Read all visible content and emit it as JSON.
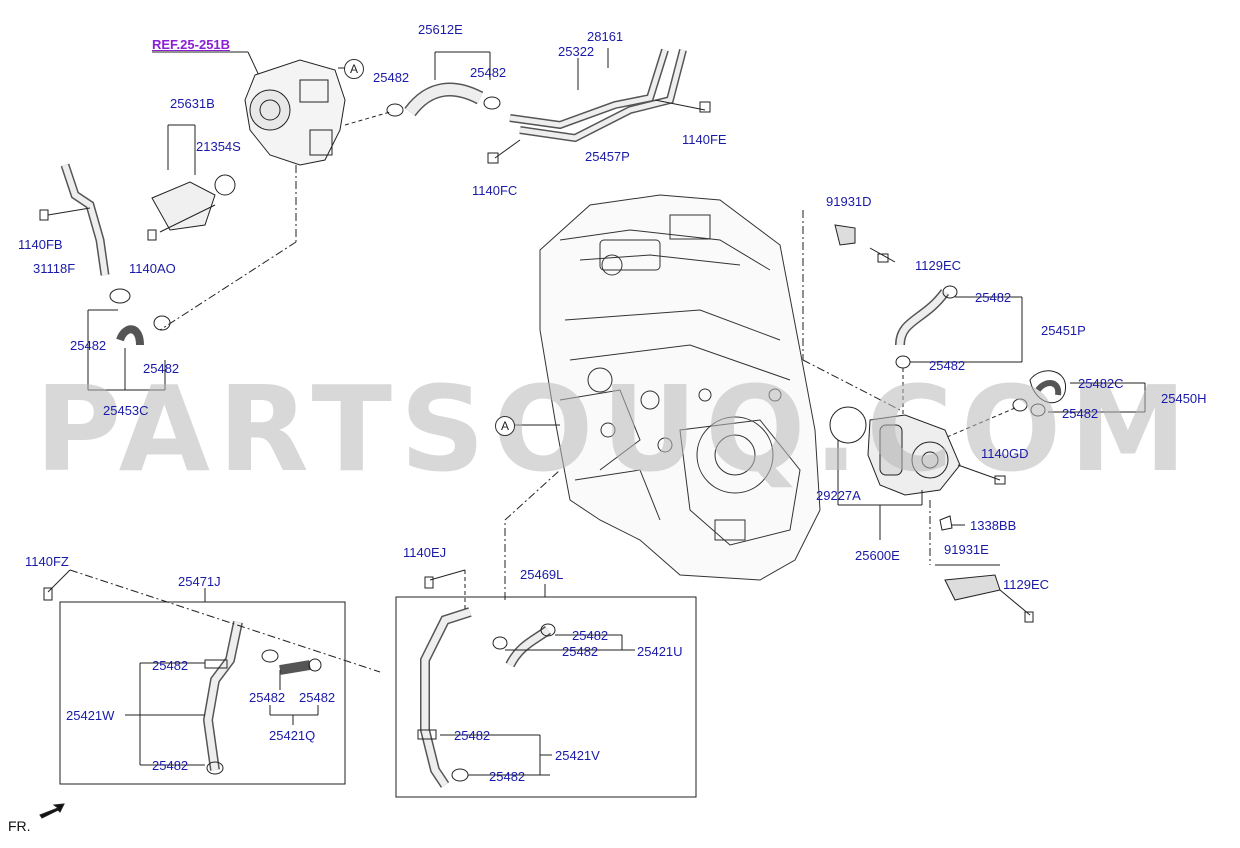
{
  "watermark": "PARTSOUQ.COM",
  "front_label": "FR.",
  "callouts": {
    "a": "A"
  },
  "ref": "REF.25-251B",
  "labels": {
    "l25612E": "25612E",
    "l28161": "28161",
    "l25322": "25322",
    "l25482_a": "25482",
    "l25482_b": "25482",
    "l25631B": "25631B",
    "l21354S": "21354S",
    "l1140FE": "1140FE",
    "l25457P": "25457P",
    "l1140FC": "1140FC",
    "l91931D": "91931D",
    "l1140FB": "1140FB",
    "l31118F": "31118F",
    "l1140AO": "1140AO",
    "l1129EC_a": "1129EC",
    "l25482_c": "25482",
    "l25451P": "25451P",
    "l25482_d": "25482",
    "l25482_e": "25482",
    "l25482_f": "25482",
    "l25453C": "25453C",
    "l25482C": "25482C",
    "l25450H": "25450H",
    "l25482_g": "25482",
    "l1140GD": "1140GD",
    "l29227A": "29227A",
    "l1338BB": "1338BB",
    "l25600E": "25600E",
    "l91931E": "91931E",
    "l1129EC_b": "1129EC",
    "l1140FZ": "1140FZ",
    "l25471J": "25471J",
    "l1140EJ": "1140EJ",
    "l25469L": "25469L",
    "l25482_h": "25482",
    "l25482_i": "25482",
    "l25421U": "25421U",
    "l25482_j": "25482",
    "l25482_k": "25482",
    "l25482_l": "25482",
    "l25421W": "25421W",
    "l25421Q": "25421Q",
    "l25482_m": "25482",
    "l25482_n": "25482",
    "l25421V": "25421V",
    "l25482_o": "25482"
  }
}
